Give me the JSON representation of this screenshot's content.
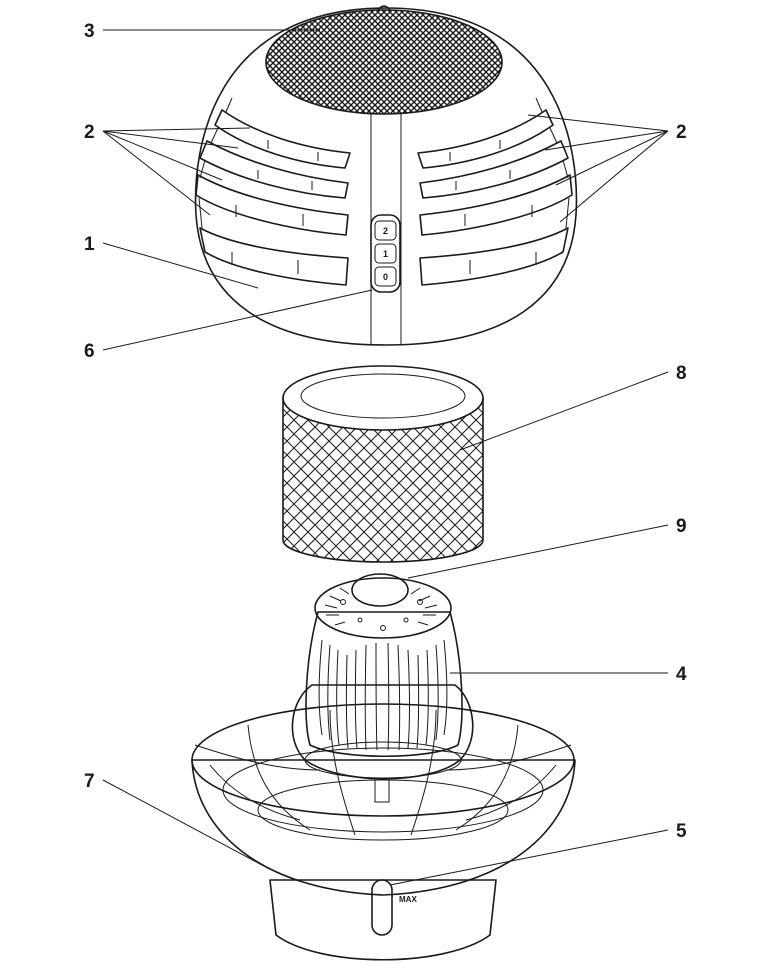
{
  "callouts": {
    "c1": "1",
    "c2_left": "2",
    "c2_right": "2",
    "c3": "3",
    "c4": "4",
    "c5": "5",
    "c6": "6",
    "c7": "7",
    "c8": "8",
    "c9": "9"
  },
  "switch_positions": [
    "2",
    "1",
    "0"
  ],
  "max_mark": "MAX",
  "colors": {
    "line": "#1a1a1a",
    "background": "#ffffff"
  }
}
